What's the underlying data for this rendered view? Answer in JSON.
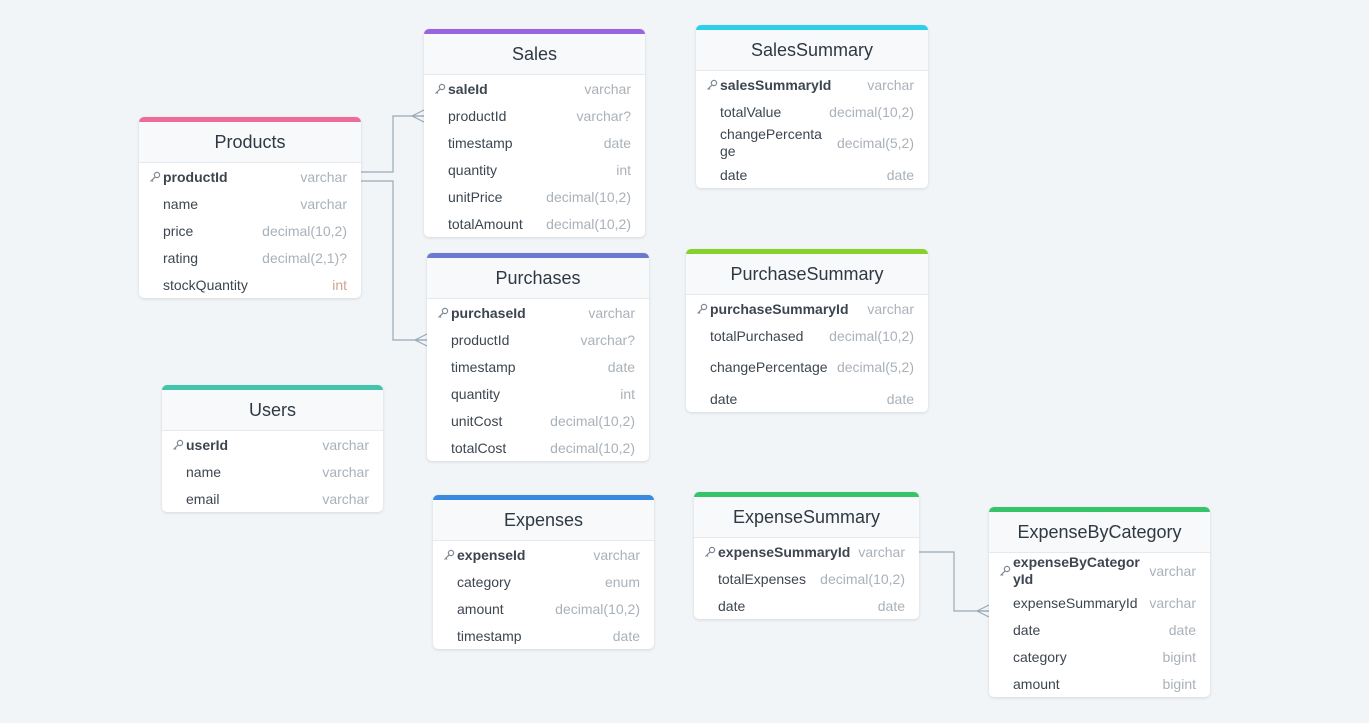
{
  "tables": [
    {
      "id": "products",
      "name": "Products",
      "color": "#ef6b98",
      "fields": [
        {
          "name": "productId",
          "type": "varchar",
          "pk": true
        },
        {
          "name": "name",
          "type": "varchar"
        },
        {
          "name": "price",
          "type": "decimal(10,2)"
        },
        {
          "name": "rating",
          "type": "decimal(2,1)?"
        },
        {
          "name": "stockQuantity",
          "type": "int",
          "type_warm": true
        }
      ]
    },
    {
      "id": "sales",
      "name": "Sales",
      "color": "#9a63e0",
      "fields": [
        {
          "name": "saleId",
          "type": "varchar",
          "pk": true
        },
        {
          "name": "productId",
          "type": "varchar?"
        },
        {
          "name": "timestamp",
          "type": "date"
        },
        {
          "name": "quantity",
          "type": "int"
        },
        {
          "name": "unitPrice",
          "type": "decimal(10,2)"
        },
        {
          "name": "totalAmount",
          "type": "decimal(10,2)"
        }
      ]
    },
    {
      "id": "salessummary",
      "name": "SalesSummary",
      "color": "#2bd0e8",
      "fields": [
        {
          "name": "salesSummaryId",
          "type": "varchar",
          "pk": true
        },
        {
          "name": "totalValue",
          "type": "decimal(10,2)"
        },
        {
          "name": "changePercentage",
          "type": "decimal(5,2)",
          "wrap": true
        },
        {
          "name": "date",
          "type": "date"
        }
      ]
    },
    {
      "id": "purchases",
      "name": "Purchases",
      "color": "#6d78cf",
      "fields": [
        {
          "name": "purchaseId",
          "type": "varchar",
          "pk": true
        },
        {
          "name": "productId",
          "type": "varchar?"
        },
        {
          "name": "timestamp",
          "type": "date"
        },
        {
          "name": "quantity",
          "type": "int"
        },
        {
          "name": "unitCost",
          "type": "decimal(10,2)"
        },
        {
          "name": "totalCost",
          "type": "decimal(10,2)"
        }
      ]
    },
    {
      "id": "purchasesummary",
      "name": "PurchaseSummary",
      "color": "#86d12c",
      "fields": [
        {
          "name": "purchaseSummaryId",
          "type": "varchar",
          "pk": true
        },
        {
          "name": "totalPurchased",
          "type": "decimal(10,2)"
        },
        {
          "name": "changePercentage",
          "type": "decimal(5,2)",
          "wrap": true
        },
        {
          "name": "date",
          "type": "date"
        }
      ]
    },
    {
      "id": "users",
      "name": "Users",
      "color": "#44c3ad",
      "fields": [
        {
          "name": "userId",
          "type": "varchar",
          "pk": true
        },
        {
          "name": "name",
          "type": "varchar"
        },
        {
          "name": "email",
          "type": "varchar"
        }
      ]
    },
    {
      "id": "expenses",
      "name": "Expenses",
      "color": "#3a8ae0",
      "fields": [
        {
          "name": "expenseId",
          "type": "varchar",
          "pk": true
        },
        {
          "name": "category",
          "type": "enum"
        },
        {
          "name": "amount",
          "type": "decimal(10,2)"
        },
        {
          "name": "timestamp",
          "type": "date"
        }
      ]
    },
    {
      "id": "expensesummary",
      "name": "ExpenseSummary",
      "color": "#36c36a",
      "fields": [
        {
          "name": "expenseSummaryId",
          "type": "varchar",
          "pk": true
        },
        {
          "name": "totalExpenses",
          "type": "decimal(10,2)"
        },
        {
          "name": "date",
          "type": "date"
        }
      ]
    },
    {
      "id": "expensebycategory",
      "name": "ExpenseByCategory",
      "color": "#36c36a",
      "fields": [
        {
          "name": "expenseByCategoryId",
          "type": "varchar",
          "pk": true,
          "wrap": true
        },
        {
          "name": "expenseSummaryId",
          "type": "varchar"
        },
        {
          "name": "date",
          "type": "date"
        },
        {
          "name": "category",
          "type": "bigint"
        },
        {
          "name": "amount",
          "type": "bigint"
        }
      ]
    }
  ],
  "relationships": [
    {
      "from": "Products.productId",
      "to": "Sales.productId"
    },
    {
      "from": "Products.productId",
      "to": "Purchases.productId"
    },
    {
      "from": "ExpenseSummary.expenseSummaryId",
      "to": "ExpenseByCategory.expenseSummaryId"
    }
  ]
}
